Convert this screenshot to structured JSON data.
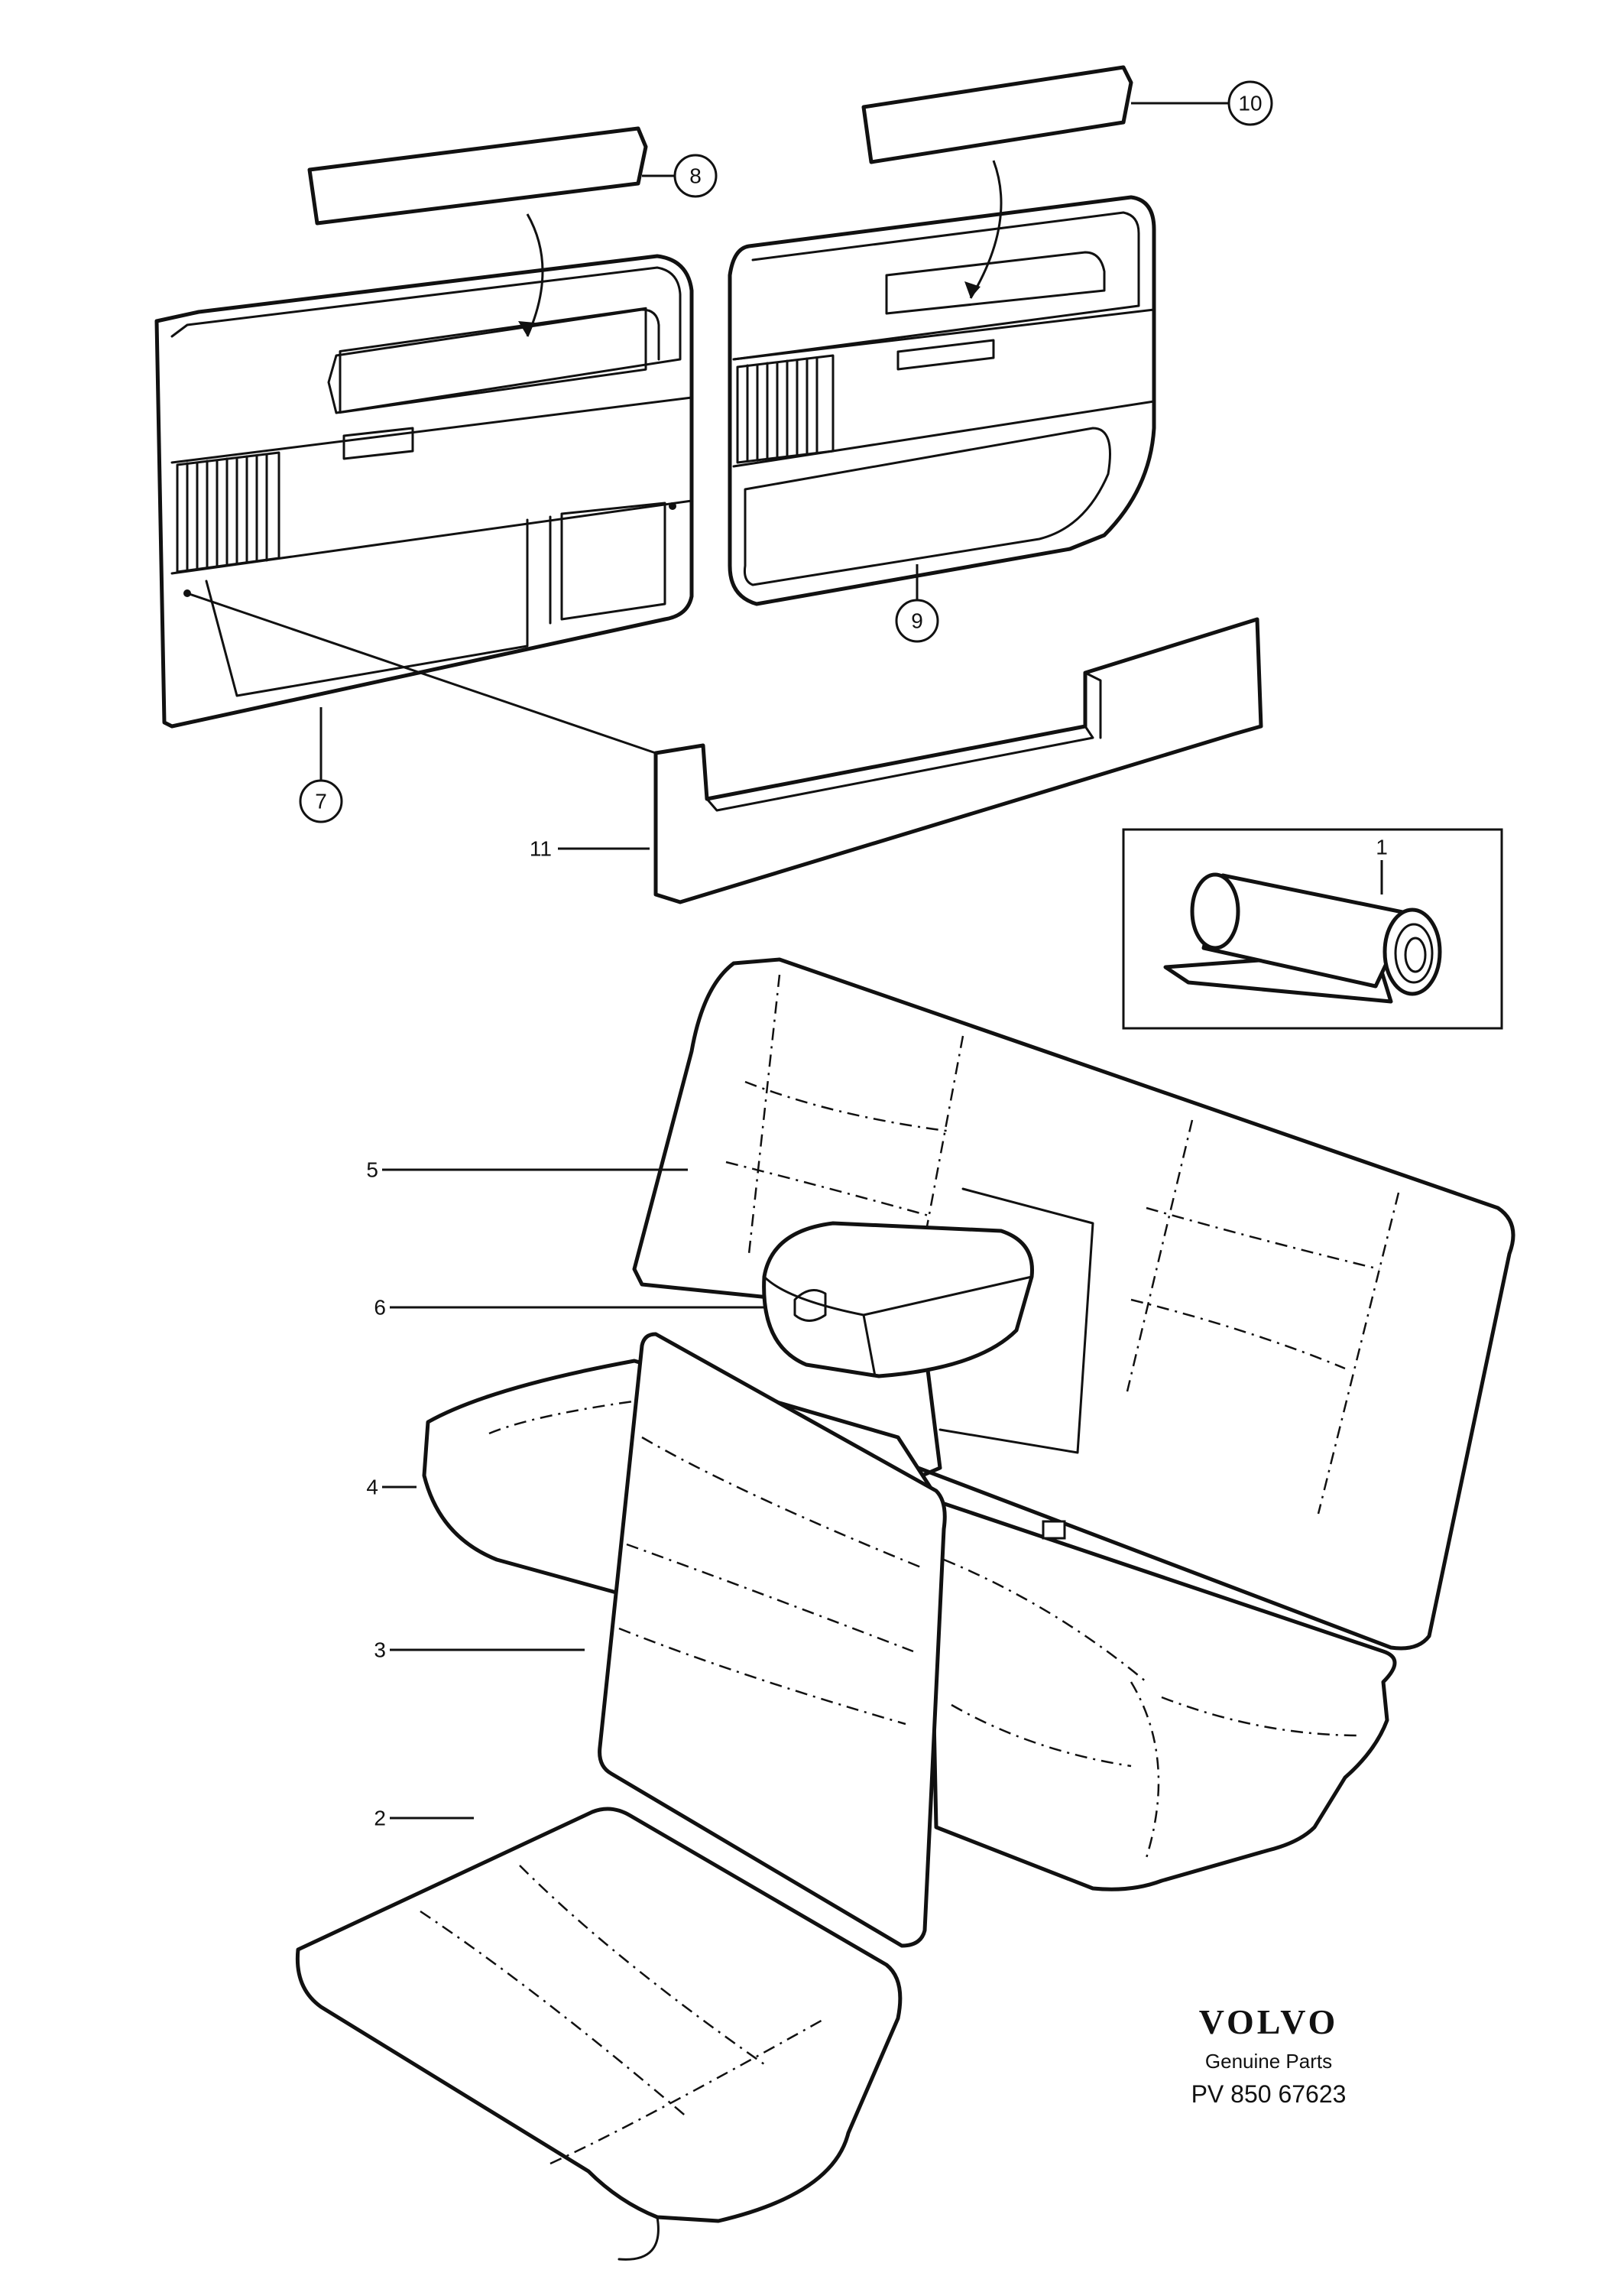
{
  "callouts": {
    "p1": "1",
    "p2": "2",
    "p3": "3",
    "p4": "4",
    "p5": "5",
    "p6": "6",
    "p7": "7",
    "p8": "8",
    "p9": "9",
    "p10": "10",
    "p11": "11"
  },
  "branding": {
    "logo_text": "VOLVO",
    "subtitle": "Genuine Parts",
    "code": "PV 850 67623"
  }
}
